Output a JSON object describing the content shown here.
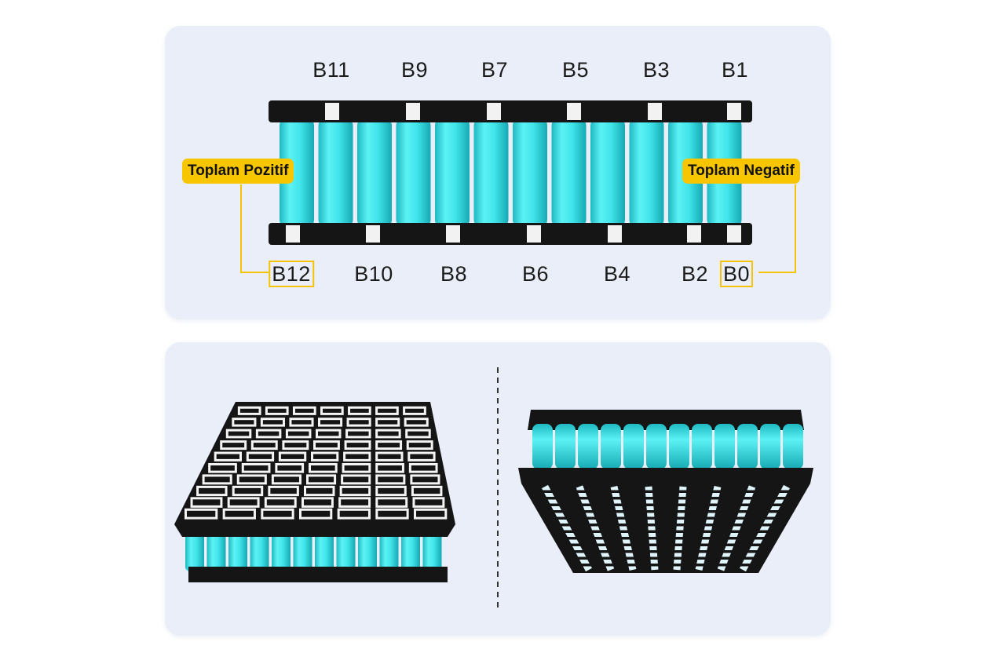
{
  "top_panel": {
    "top_labels": [
      "B11",
      "B9",
      "B7",
      "B5",
      "B3",
      "B1"
    ],
    "bottom_labels": [
      "B12",
      "B10",
      "B8",
      "B6",
      "B4",
      "B2",
      "B0"
    ],
    "callout_positive": "Toplam Pozitif",
    "callout_negative": "Toplam Negatif"
  },
  "colors": {
    "accent": "#f7c600",
    "cell": "#3ee0e6",
    "holder": "#151515",
    "panel": "#e9eef9"
  }
}
